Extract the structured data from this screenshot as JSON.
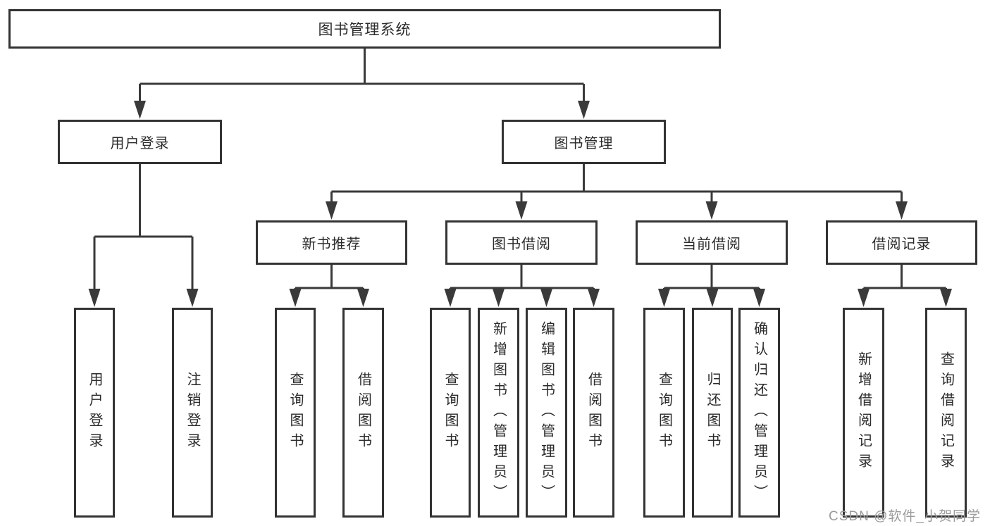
{
  "colors": {
    "background": "#ffffff",
    "line": "#3a3a3a",
    "box_border": "#333333",
    "box_fill": "#ffffff",
    "text": "#2b2b2b",
    "watermark": "#9b9b9b"
  },
  "tree": {
    "root": "图书管理系统",
    "children": [
      {
        "id": "user-login",
        "label": "用户登录",
        "children": [
          "用户登录",
          "注销登录"
        ]
      },
      {
        "id": "book-management",
        "label": "图书管理",
        "children": [
          {
            "id": "new-book-recommend",
            "label": "新书推荐",
            "children": [
              "查询图书",
              "借阅图书"
            ]
          },
          {
            "id": "book-borrow",
            "label": "图书借阅",
            "children": [
              "查询图书",
              "新增图书（管理员）",
              "编辑图书（管理员）",
              "借阅图书"
            ]
          },
          {
            "id": "current-borrow",
            "label": "当前借阅",
            "children": [
              "查询图书",
              "归还图书",
              "确认归还（管理员）"
            ]
          },
          {
            "id": "borrow-records",
            "label": "借阅记录",
            "children": [
              "新增借阅记录",
              "查询借阅记录"
            ]
          }
        ]
      }
    ]
  },
  "watermark": "CSDN @软件_小贺同学"
}
